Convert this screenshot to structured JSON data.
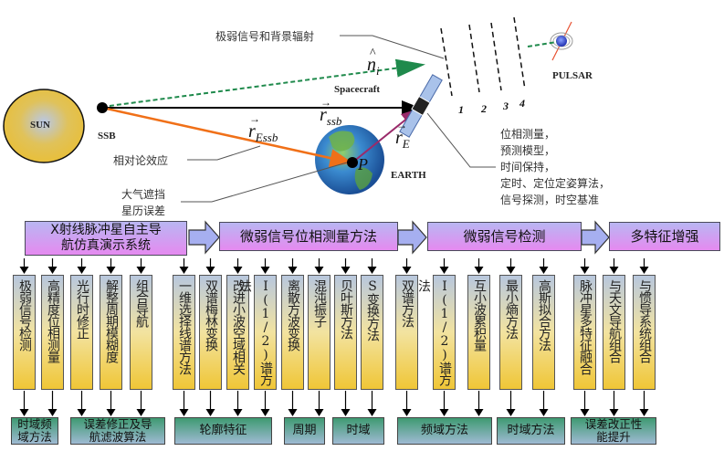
{
  "scene": {
    "labels": {
      "sun": "SUN",
      "ssb": "SSB",
      "spacecraft": "Spacecraft",
      "earth": "EARTH",
      "pulsar": "PULSAR",
      "point_p": "P",
      "wavefront_numbers": [
        "1",
        "2",
        "3",
        "4"
      ]
    },
    "vectors": {
      "r_essb": {
        "main": "r",
        "sub": "Essb"
      },
      "r_ssb": {
        "main": "r",
        "sub": "ssb"
      },
      "r_e": {
        "main": "r",
        "sub": "E"
      },
      "n_hat": {
        "main": "n",
        "sub": "i"
      }
    },
    "annotations": {
      "weak_signal": "极弱信号和背景辐射",
      "relativity": "相对论效应",
      "atmosphere": [
        "大气遮挡",
        "星历误差"
      ],
      "spacecraft_tasks": [
        "位相测量，",
        "预测模型，",
        "时间保持，",
        "定时、定位定姿算法，",
        "信号探测，时空基准"
      ]
    },
    "colors": {
      "sun_fill": "#e8c24a",
      "line_of_sight": "#1f8a4c",
      "r_essb": "#f07018",
      "r_e": "#9a2a6a",
      "ssb_line": "#000000"
    }
  },
  "flow": {
    "stages": [
      {
        "label": [
          "X射线脉冲星自主导",
          "航仿真演示系统"
        ]
      },
      {
        "label": [
          "微弱信号位相测量方法"
        ]
      },
      {
        "label": [
          "微弱信号检测"
        ]
      },
      {
        "label": [
          "多特征增强"
        ]
      }
    ],
    "methods": [
      "极弱信号检测",
      "高精度位相测量",
      "光行时修正",
      "解整周期模糊度",
      "组合导航",
      "一维选择线谱方法",
      "双谱梅林变换",
      "改进小波空域相关",
      "I(1/2)谱方法",
      "离散方波变换",
      "混沌振子",
      "贝叶斯方法",
      "S变换方法",
      "双谱方法",
      "I(1/2)谱方法",
      "互小波累积量",
      "最小熵方法",
      "高斯拟合方法",
      "脉冲星多特征融合",
      "与天文导航组合",
      "与惯导系统组合"
    ],
    "groups": [
      {
        "label": [
          "时域频",
          "域方法"
        ]
      },
      {
        "label": [
          "误差修正及导",
          "航滤波算法"
        ]
      },
      {
        "label": [
          "轮廓特征"
        ]
      },
      {
        "label": [
          "周期"
        ]
      },
      {
        "label": [
          "时域"
        ]
      },
      {
        "label": [
          "频域方法"
        ]
      },
      {
        "label": [
          "时域方法"
        ]
      },
      {
        "label": [
          "误差改正性",
          "能提升"
        ]
      }
    ]
  }
}
